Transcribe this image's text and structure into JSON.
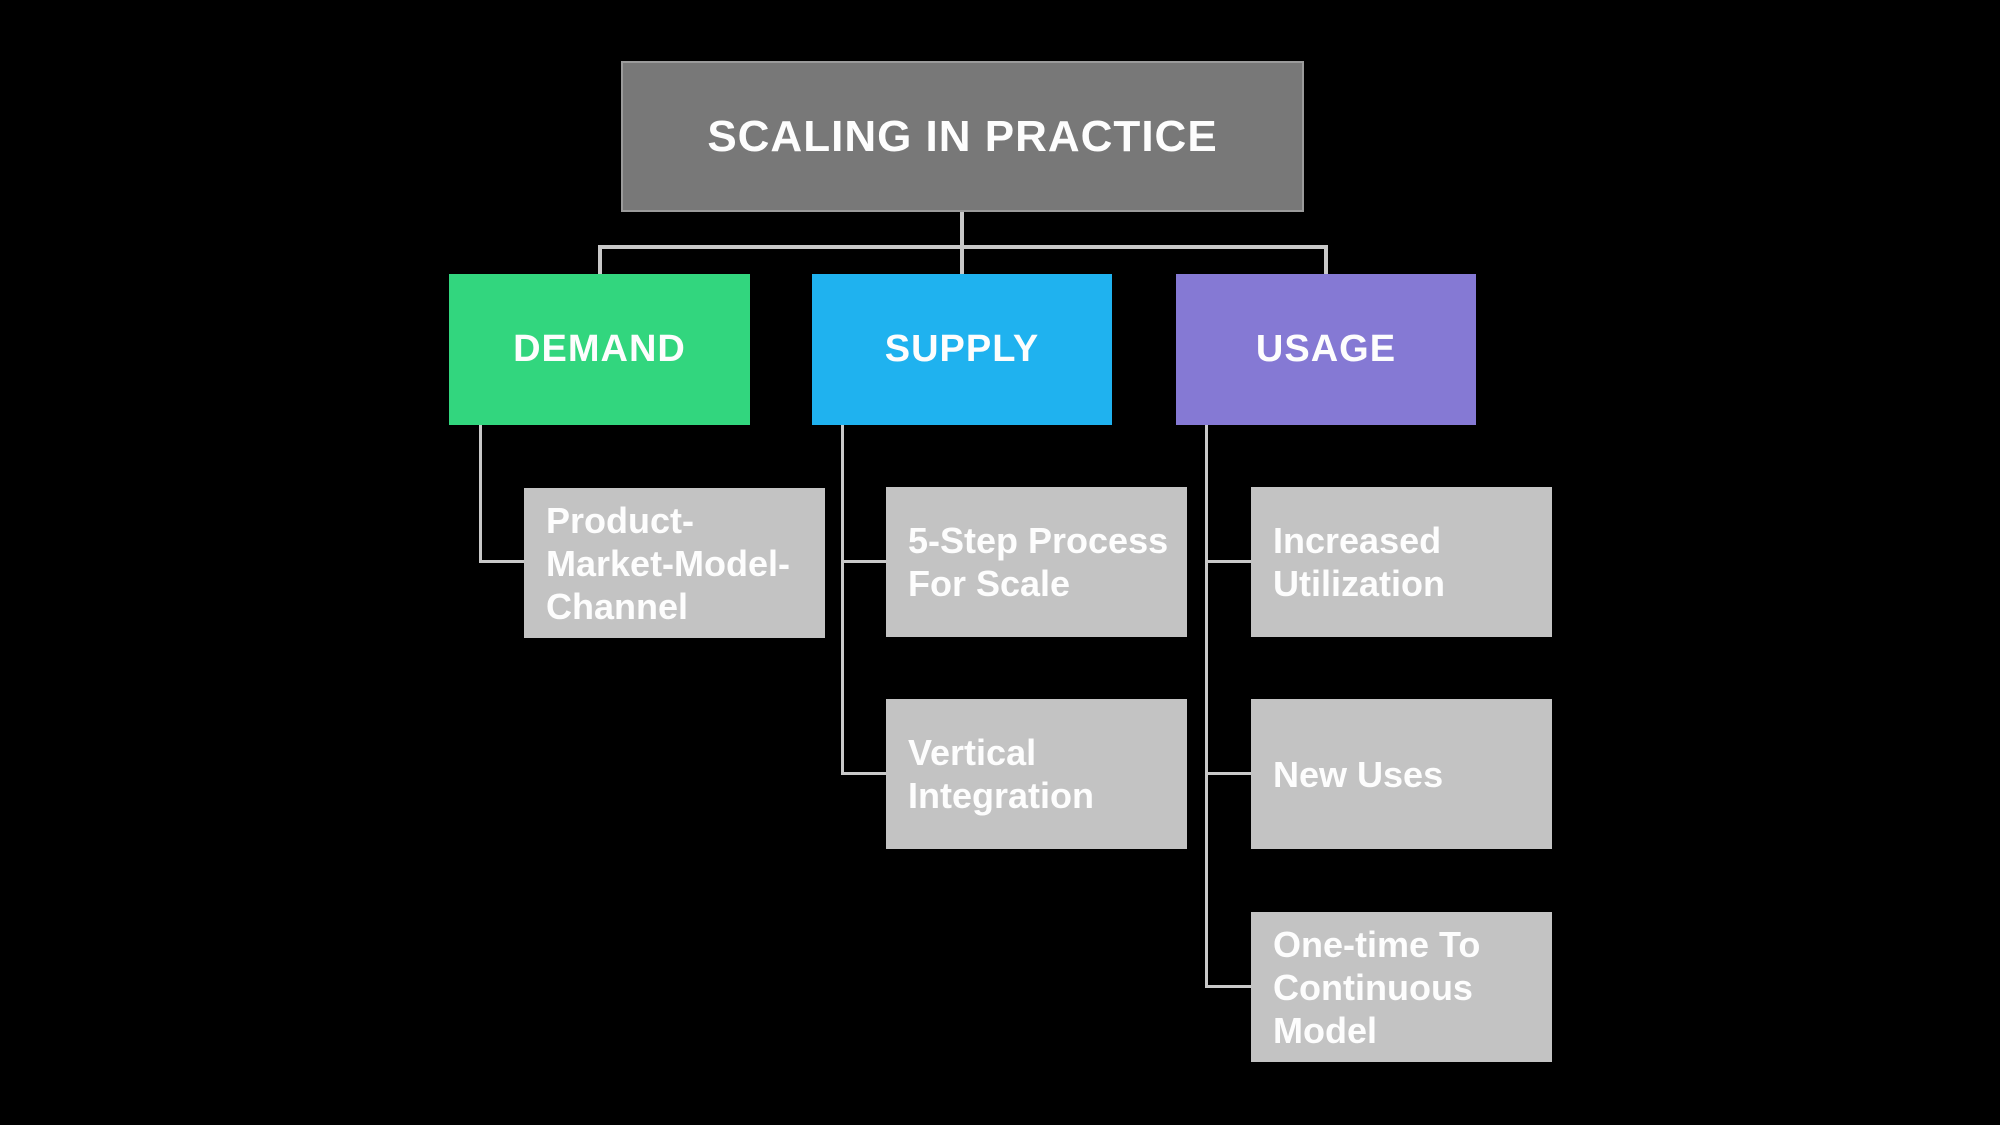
{
  "diagram": {
    "title": "SCALING IN PRACTICE",
    "branches": [
      {
        "label": "DEMAND",
        "children": [
          "Product-\nMarket-Model-\nChannel"
        ]
      },
      {
        "label": "SUPPLY",
        "children": [
          "5-Step Process\nFor Scale",
          "Vertical\nIntegration"
        ]
      },
      {
        "label": "USAGE",
        "children": [
          "Increased\nUtilization",
          "New Uses",
          "One-time To\nContinuous\nModel"
        ]
      }
    ]
  },
  "colors": {
    "background": "#000000",
    "title_box": "#787878",
    "title_box_border": "#9b9b9b",
    "branch_demand": "#32d67e",
    "branch_supply": "#1fb2ef",
    "branch_usage": "#8579d4",
    "child_box": "#c3c3c3",
    "connector": "#c9c9c9",
    "text": "#fdfdfd"
  }
}
